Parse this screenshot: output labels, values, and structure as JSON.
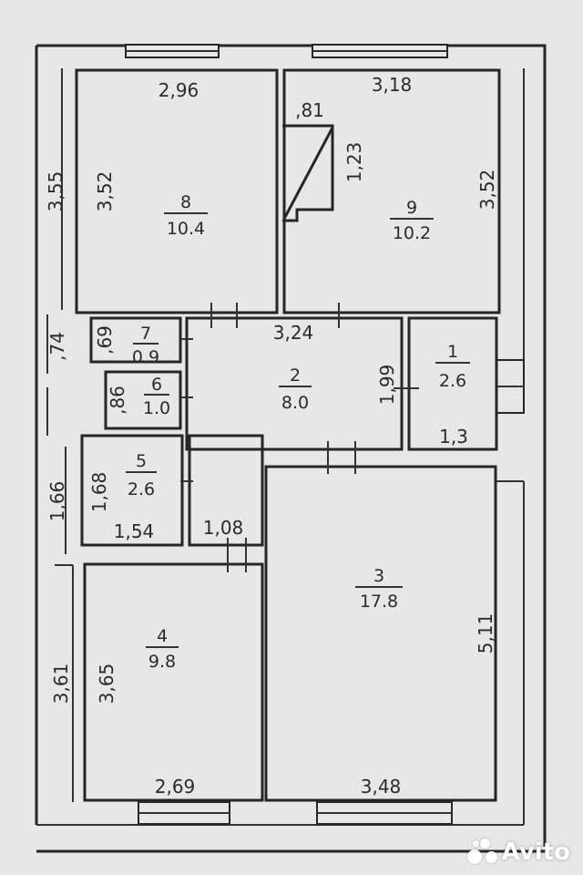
{
  "rooms": [
    {
      "id": "8",
      "number": "8",
      "area": "10.4",
      "width": "2,96",
      "height": "3,52"
    },
    {
      "id": "9",
      "number": "9",
      "area": "10.2",
      "width": "3,18",
      "height": "3,52"
    },
    {
      "id": "7",
      "number": "7",
      "area": "0.9",
      "height": ",69"
    },
    {
      "id": "6",
      "number": "6",
      "area": "1.0",
      "height": ",86"
    },
    {
      "id": "2",
      "number": "2",
      "area": "8.0",
      "width": "3,24",
      "height": "1,99"
    },
    {
      "id": "1",
      "number": "1",
      "area": "2.6",
      "width": "1,3"
    },
    {
      "id": "5",
      "number": "5",
      "area": "2.6",
      "width": "1,54",
      "height": "1,68"
    },
    {
      "id": "3",
      "number": "3",
      "area": "17.8",
      "width": "3,48",
      "height": "5,11"
    },
    {
      "id": "4",
      "number": "4",
      "area": "9.8",
      "width": "2,69",
      "height": "3,65"
    }
  ],
  "stair": {
    "width": ",81",
    "height": "1,23"
  },
  "corridor_width": "1,08",
  "exterior": {
    "d1": "3,55",
    "d2": ",74",
    "d3": "1,66",
    "d4": "3,61"
  },
  "watermark": {
    "text": "Avito"
  }
}
